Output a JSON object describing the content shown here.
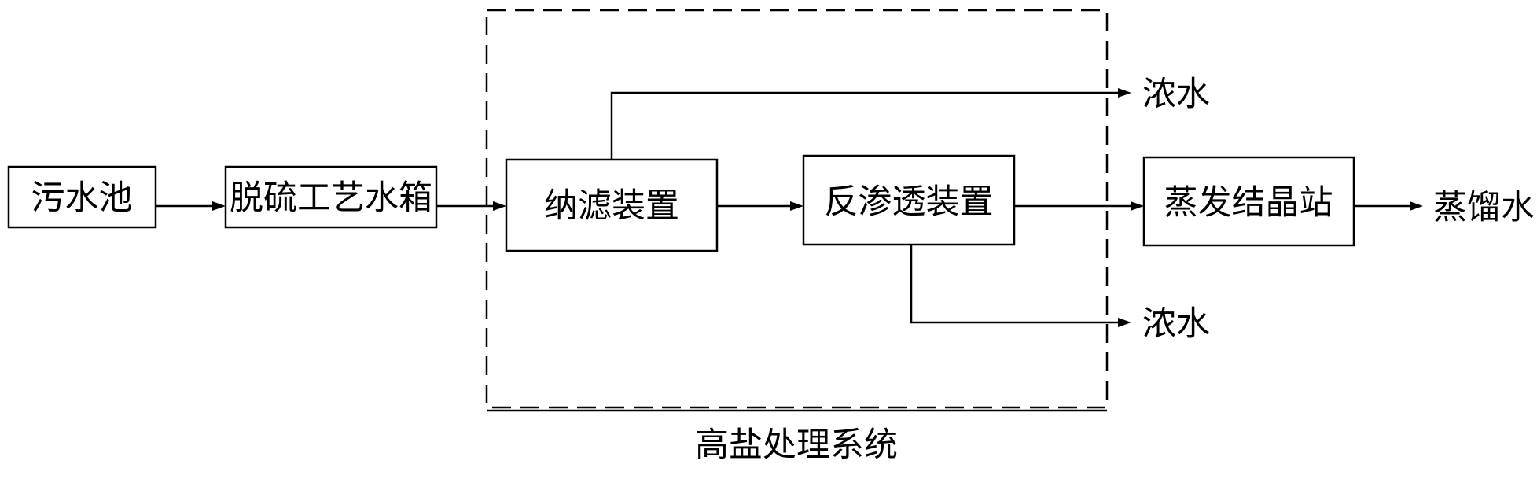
{
  "nodes": {
    "sewage_pool": "污水池",
    "desulfurization_tank": "脱硫工艺水箱",
    "nanofiltration": "纳滤装置",
    "reverse_osmosis": "反渗透装置",
    "evaporation_station": "蒸发结晶站"
  },
  "outputs": {
    "concentrate_top": "浓水",
    "concentrate_bottom": "浓水",
    "distilled_water": "蒸馏水"
  },
  "system_label": "高盐处理系统"
}
